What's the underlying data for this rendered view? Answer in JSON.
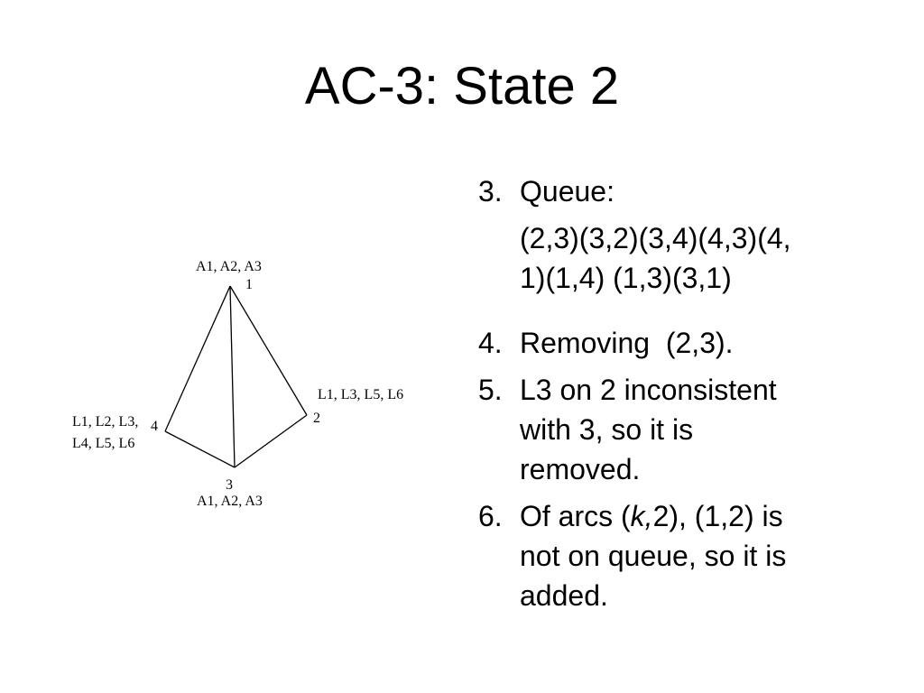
{
  "slide": {
    "title": "AC-3: State 2"
  },
  "graph": {
    "nodes": [
      {
        "id": "1",
        "domain": "A1, A2, A3"
      },
      {
        "id": "2",
        "domain": "L1, L3, L5, L6"
      },
      {
        "id": "3",
        "domain": "A1, A2, A3"
      },
      {
        "id": "4",
        "domain_line1": "L1, L2, L3,",
        "domain_line2": "L4, L5, L6"
      }
    ],
    "edges": [
      [
        "1",
        "2"
      ],
      [
        "1",
        "3"
      ],
      [
        "1",
        "4"
      ],
      [
        "2",
        "3"
      ],
      [
        "3",
        "4"
      ]
    ]
  },
  "steps": [
    {
      "num": "3.",
      "label": "Queue:",
      "detail_line1": "(2,3)(3,2)(3,4)(4,3)(4,",
      "detail_line2": "1)(1,4) (1,3)(3,1)"
    },
    {
      "num": "4.",
      "text": "Removing  (2,3)."
    },
    {
      "num": "5.",
      "line1": "L3 on 2 inconsistent",
      "line2": "with 3, so it is",
      "line3": "removed."
    },
    {
      "num": "6.",
      "pre": "Of arcs (",
      "var": "k,",
      "post": "2), (1,2) is",
      "line2": "not on queue, so it is",
      "line3": "added."
    }
  ]
}
